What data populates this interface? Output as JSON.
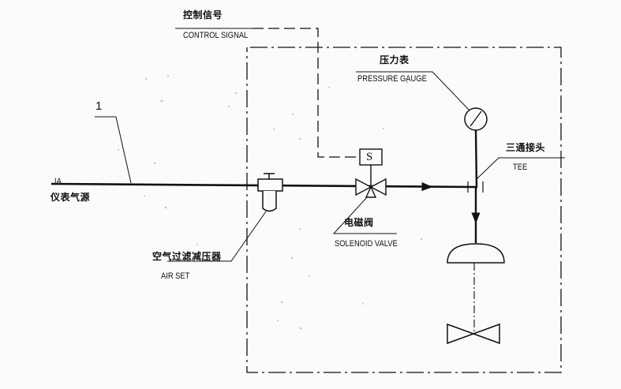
{
  "labels": {
    "control_signal_zh": "控制信号",
    "control_signal_en": "CONTROL SIGNAL",
    "pressure_gauge_zh": "压力表",
    "pressure_gauge_en": "PRESSURE GAUGE",
    "tee_zh": "三通接头",
    "tee_en": "TEE",
    "line_number": "1",
    "ia_code": "IA",
    "ia_zh": "仪表气源",
    "solenoid_zh": "电磁阀",
    "solenoid_en": "SOLENOID VALVE",
    "airset_zh": "空气过滤减压器",
    "airset_en": "AIR SET",
    "solenoid_symbol": "S"
  },
  "colors": {
    "line": "#111111",
    "background": "#fbfbf9"
  }
}
